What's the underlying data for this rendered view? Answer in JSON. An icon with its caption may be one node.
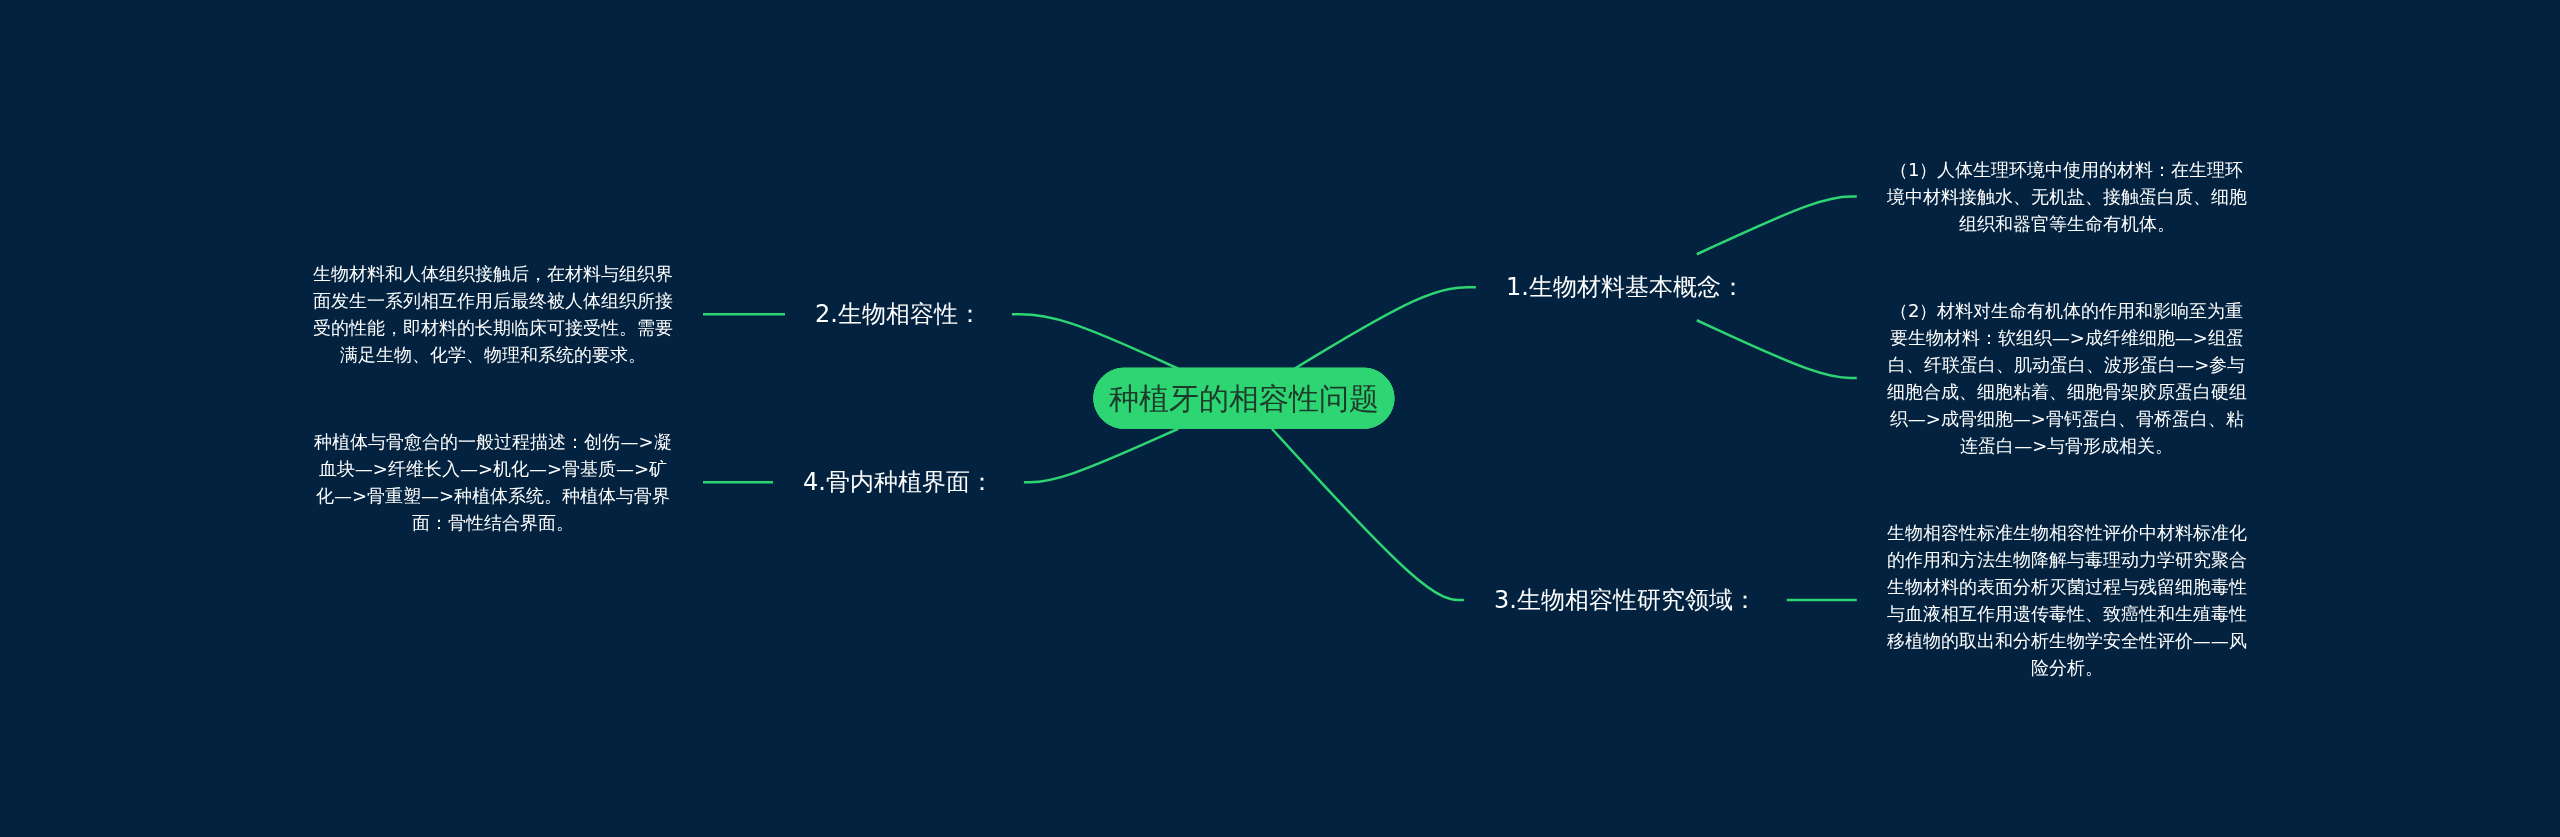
{
  "diagram": {
    "nodes": [
      {
        "text": [
          "种植牙的相容性问题"
        ]
      },
      {
        "text": [
          "1.生物材料基本概念："
        ]
      },
      {
        "text": [
          "（1）人体生理环境中使用的材料：在生理环境中材料接触水、无机盐、接触蛋白质、细胞组织和器官等生命有机体。"
        ]
      },
      {
        "text": [
          "（2）材料对生命有机体的作用和影响至为重要生物材料：软组织—>成纤维细胞—>组蛋白、纤联蛋白、肌动蛋白、波形蛋白—>参与细胞合成、细胞粘着、细胞骨架胶原蛋白硬组织—>成骨细胞—>骨钙蛋白、骨桥蛋白、粘连蛋白—>与骨形成相关。"
        ]
      },
      {
        "text": [
          "2.生物相容性："
        ]
      },
      {
        "text": [
          "生物材料和人体组织接触后，在材料与组织界面发生一系列相互作用后最终被人体组织所接受的性能，即材料的长期临床可接受性。需要满足生物、化学、物理和系统的要求。"
        ]
      },
      {
        "text": [
          "3.生物相容性研究领域："
        ]
      },
      {
        "text": [
          "生物相容性标准生物相容性评价中材料标准化的作用和方法生物降解与毒理动力学研究聚合生物材料的表面分析灭菌过程与残留细胞毒性与血液相互作用遗传毒性、致癌性和生殖毒性移植物的取出和分析生物学安全性评价——风险分析。"
        ]
      },
      {
        "text": [
          "4.骨内种植界面："
        ]
      },
      {
        "text": [
          "种植体与骨愈合的一般过程描述：创伤—>凝血块—>纤维长入—>机化—>骨基质—>矿化—>骨重塑—>种植体系统。种植体与骨界面：骨性结合界面。"
        ]
      }
    ],
    "edges": [
      {
        "from": 0,
        "to": 1,
        "arrow": "none"
      },
      {
        "from": 1,
        "to": 2,
        "arrow": "none"
      },
      {
        "from": 1,
        "to": 3,
        "arrow": "none"
      },
      {
        "from": 4,
        "to": 0,
        "arrow": "none"
      },
      {
        "from": 5,
        "to": 4,
        "arrow": "none"
      },
      {
        "from": 0,
        "to": 6,
        "arrow": "none"
      },
      {
        "from": 6,
        "to": 7,
        "arrow": "none"
      },
      {
        "from": 8,
        "to": 0,
        "arrow": "none"
      },
      {
        "from": 9,
        "to": 8,
        "arrow": "none"
      }
    ]
  }
}
